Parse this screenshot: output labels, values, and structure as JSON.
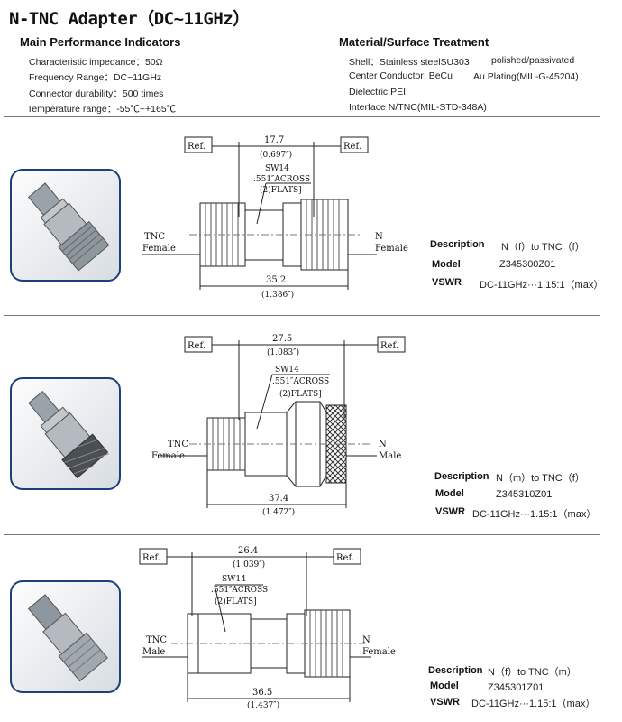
{
  "title": "N-TNC Adapter（DC~11GHz）",
  "performance": {
    "heading": "Main Performance Indicators",
    "items": [
      "Characteristic impedance：50Ω",
      "Frequency Range：DC~11GHz",
      "Connector durability：500 times",
      "Temperature range：-55℃~+165℃"
    ]
  },
  "material": {
    "heading": "Material/Surface Treatment",
    "shell": "Shell：Stainless steelSU303",
    "shell_finish": "polished/passivated",
    "center": "Center Conductor: BeCu",
    "center_finish": "Au Plating(MIL-G-45204)",
    "dielectric": "Dielectric:PEI",
    "interface": "Interface   N/TNC(MIL-STD-348A)"
  },
  "products": [
    {
      "ref_left": "Ref.",
      "ref_right": "Ref.",
      "top_dim": "17.7",
      "top_dim_in": "(0.697″)",
      "sw": "SW14",
      "across": ".551″ACROSS",
      "flats": "(2)FLATS]",
      "left_label_1": "TNC",
      "left_label_2": "Female",
      "right_label_1": "N",
      "right_label_2": "Female",
      "bottom_dim": "35.2",
      "bottom_dim_in": "(1.386″)",
      "desc_label": "Description",
      "desc_value": "N（f）to TNC（f）",
      "model_label": "Model",
      "model_value": "Z345300Z01",
      "vswr_label": "VSWR",
      "vswr_value": "DC-11GHz···1.15:1（max）"
    },
    {
      "ref_left": "Ref.",
      "ref_right": "Ref.",
      "top_dim": "27.5",
      "top_dim_in": "(1.083″)",
      "sw": "SW14",
      "across": ".551″ACROSS",
      "flats": "(2)FLATS]",
      "left_label_1": "TNC",
      "left_label_2": "Female",
      "right_label_1": "N",
      "right_label_2": "Male",
      "bottom_dim": "37.4",
      "bottom_dim_in": "(1.472″)",
      "desc_label": "Description",
      "desc_value": "N（m）to TNC（f）",
      "model_label": "Model",
      "model_value": "Z345310Z01",
      "vswr_label": "VSWR",
      "vswr_value": "DC-11GHz···1.15:1（max）"
    },
    {
      "ref_left": "Ref.",
      "ref_right": "Ref.",
      "top_dim": "26.4",
      "top_dim_in": "(1.039″)",
      "sw": "SW14",
      "across": ".551″ACROSS",
      "flats": "(2)FLATS]",
      "left_label_1": "TNC",
      "left_label_2": "Male",
      "right_label_1": "N",
      "right_label_2": "Female",
      "bottom_dim": "36.5",
      "bottom_dim_in": "(1.437″)",
      "desc_label": "Description",
      "desc_value": "N（f）to TNC（m）",
      "model_label": "Model",
      "model_value": "Z345301Z01",
      "vswr_label": "VSWR",
      "vswr_value": "DC-11GHz···1.15:1（max）"
    }
  ]
}
